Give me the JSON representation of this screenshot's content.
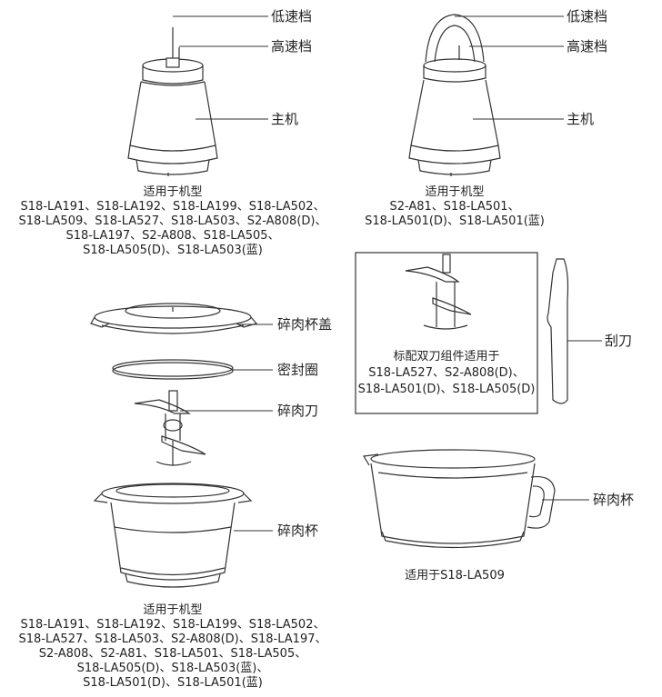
{
  "labels": {
    "low_speed": "低速档",
    "high_speed": "高速档",
    "main_unit": "主机",
    "lid": "碎肉杯盖",
    "seal_ring": "密封圈",
    "blade": "碎肉刀",
    "bowl": "碎肉杯",
    "scraper": "刮刀"
  },
  "captions": {
    "motor1": [
      "适用于机型",
      "S18-LA191、S18-LA192、S18-LA199、S18-LA502、",
      "S18-LA509、S18-LA527、S18-LA503、S2-A808(D)、",
      "S18-LA197、S2-A808、S18-LA505、",
      "S18-LA505(D)、S18-LA503(蓝)"
    ],
    "motor2": [
      "适用于机型",
      "S2-A81、S18-LA501、",
      "S18-LA501(D)、S18-LA501(蓝)"
    ],
    "double_blade": [
      "标配双刀组件适用于",
      "S18-LA527、S2-A808(D)、",
      "S18-LA501(D)、S18-LA505(D)"
    ],
    "cup2": "适用于S18-LA509",
    "bowl": [
      "适用于机型",
      "S18-LA191、S18-LA192、S18-LA199、S18-LA502、",
      "S18-LA527、S18-LA503、S2-A808(D)、S18-LA197、",
      "S2-A808、S2-A81、S18-LA501、S18-LA505、",
      "S18-LA505(D)、S18-LA503(蓝)、",
      "S18-LA501(D)、S18-LA501(蓝)"
    ]
  }
}
